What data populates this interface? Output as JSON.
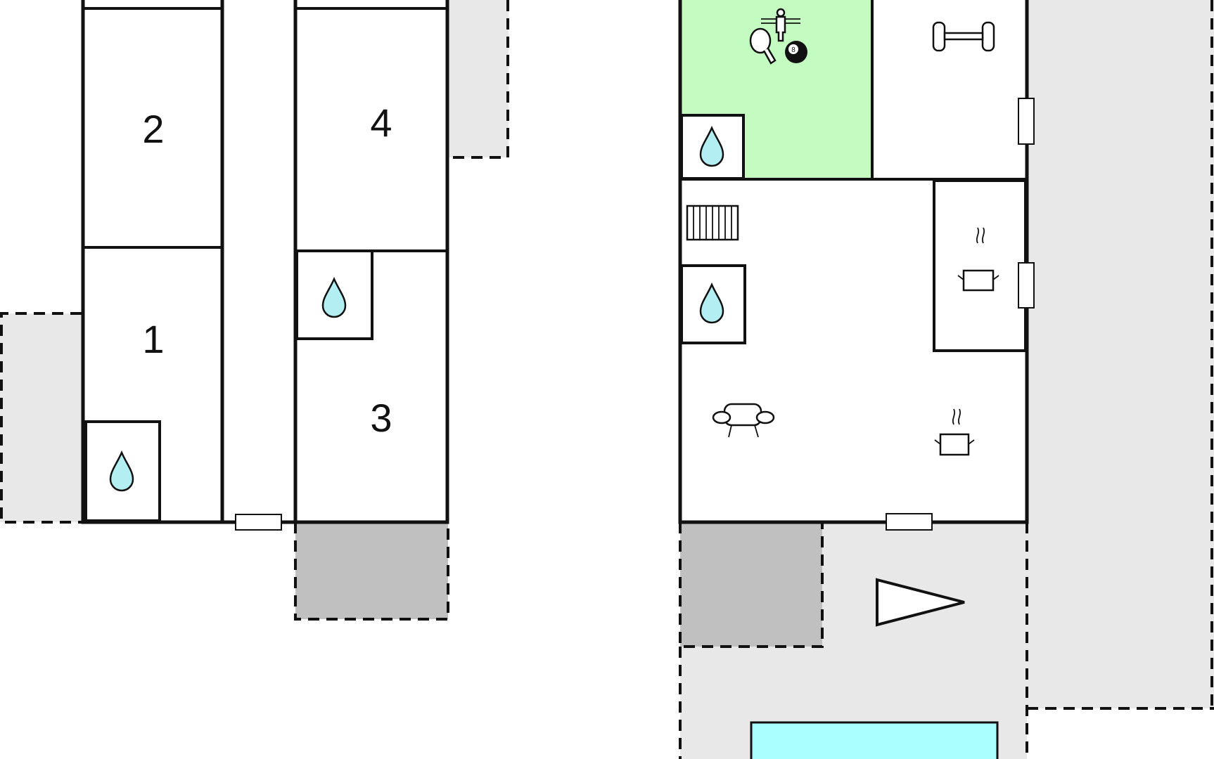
{
  "floor_plan": {
    "rooms": {
      "room_1": {
        "label": "1"
      },
      "room_2": {
        "label": "2"
      },
      "room_3": {
        "label": "3"
      },
      "room_4": {
        "label": "4"
      }
    },
    "billiard_ball_number": "8",
    "colors": {
      "wall": "#111111",
      "terrace": "#e8e8e8",
      "covered_terrace": "#c0c0c0",
      "games_room": "#c3fbc0",
      "pool": "#aaffff",
      "water_drop": "#b3eef2",
      "background": "#ffffff"
    },
    "icons": [
      "water-drop-icon",
      "table-tennis-icon",
      "foosball-icon",
      "billiard-ball-icon",
      "dumbbell-icon",
      "stairs-icon",
      "cooking-pot-icon",
      "sofa-icon",
      "north-arrow-icon",
      "window-icon"
    ]
  }
}
